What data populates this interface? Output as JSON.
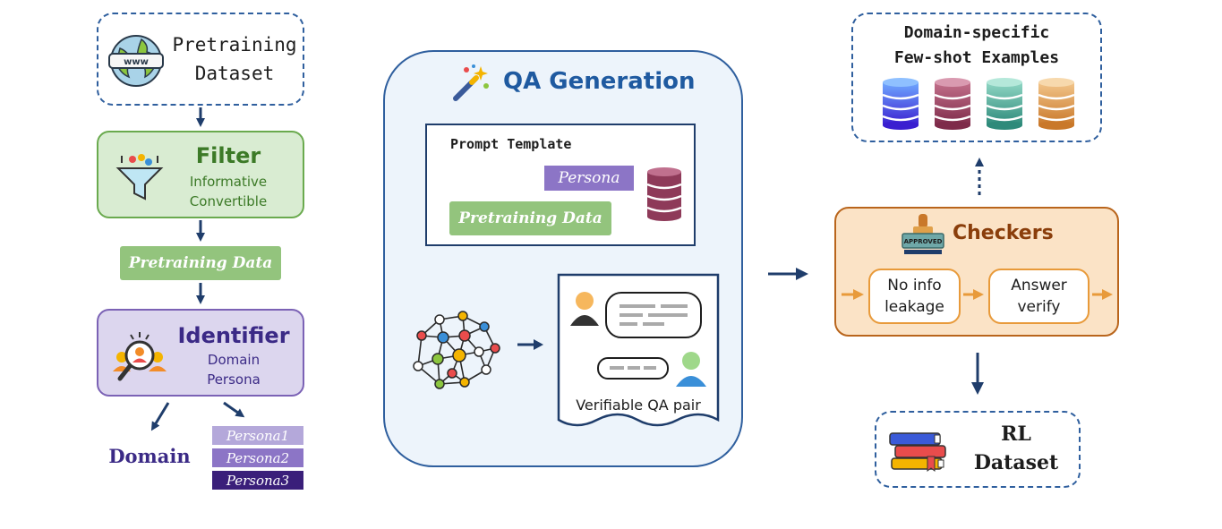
{
  "pretraining_dataset": {
    "line1": "Pretraining",
    "line2": "Dataset",
    "globe_text": "www"
  },
  "filter": {
    "title": "Filter",
    "line1": "Informative",
    "line2": "Convertible"
  },
  "pretraining_data_label": "Pretraining Data",
  "identifier": {
    "title": "Identifier",
    "line1": "Domain",
    "line2": "Persona"
  },
  "domain_label": "Domain",
  "personas": [
    "Persona1",
    "Persona2",
    "Persona3"
  ],
  "qa_generation": {
    "title": "QA Generation",
    "prompt_template": "Prompt Template",
    "persona": "Persona",
    "pretraining_data": "Pretraining Data",
    "qa_pair": "Verifiable QA pair"
  },
  "few_shot": {
    "line1": "Domain-specific",
    "line2": "Few-shot Examples"
  },
  "checkers": {
    "title": "Checkers",
    "stamp_text": "APPROVED",
    "check1_line1": "No info",
    "check1_line2": "leakage",
    "check2_line1": "Answer",
    "check2_line2": "verify"
  },
  "rl_dataset": {
    "line1": "RL",
    "line2": "Dataset"
  },
  "colors": {
    "navy": "#1f3d6b",
    "dashed_border": "#2f5f9e",
    "green_fill": "#d9ecd2",
    "green_border": "#6aaa4e",
    "green_text": "#3c7a27",
    "green_label": "#93c47d",
    "purple_fill": "#dcd6ee",
    "purple_border": "#7b62b5",
    "purple_text": "#3b2a86",
    "qa_fill": "#edf4fb",
    "checker_fill": "#fbe3c6",
    "checker_border": "#b9651c",
    "checker_text": "#8a3e0b",
    "orange": "#e89a3a"
  }
}
